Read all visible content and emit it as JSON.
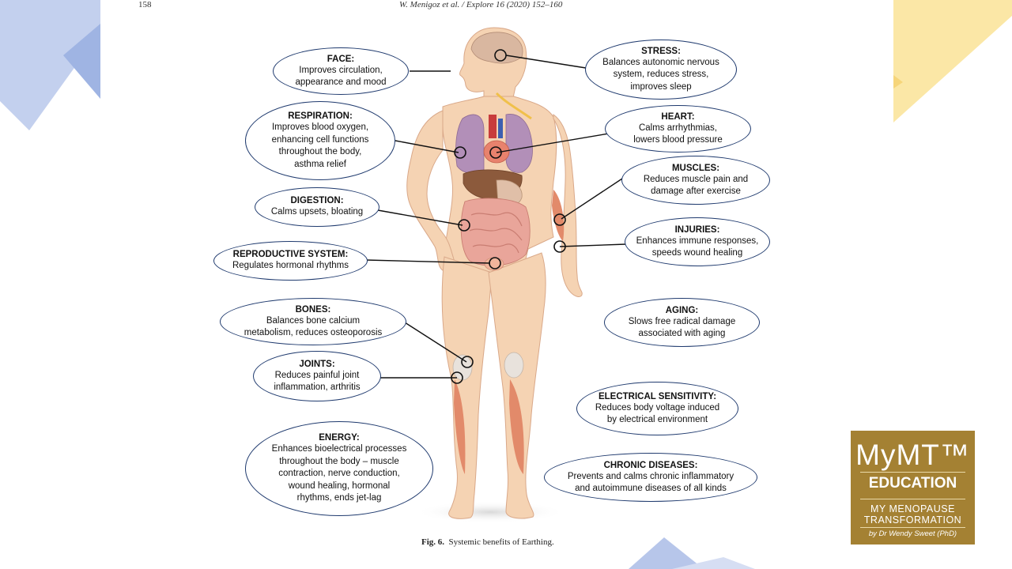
{
  "header": {
    "page_number": "158",
    "journal_ref": "W. Menigoz et al. / Explore 16 (2020) 152–160"
  },
  "caption": {
    "label": "Fig. 6.",
    "text": "Systemic benefits of Earthing."
  },
  "callouts": {
    "face": {
      "title": "FACE:",
      "lines": [
        "Improves circulation,",
        "appearance and mood"
      ]
    },
    "respiration": {
      "title": "RESPIRATION:",
      "lines": [
        "Improves blood oxygen,",
        "enhancing cell functions",
        "throughout the body,",
        "asthma relief"
      ]
    },
    "digestion": {
      "title": "DIGESTION:",
      "lines": [
        "Calms upsets, bloating"
      ]
    },
    "reproductive": {
      "title": "REPRODUCTIVE SYSTEM:",
      "lines": [
        "Regulates hormonal rhythms"
      ]
    },
    "bones": {
      "title": "BONES:",
      "lines": [
        "Balances bone calcium",
        "metabolism, reduces osteoporosis"
      ]
    },
    "joints": {
      "title": "JOINTS:",
      "lines": [
        "Reduces painful joint",
        "inflammation, arthritis"
      ]
    },
    "energy": {
      "title": "ENERGY:",
      "lines": [
        "Enhances bioelectrical processes",
        "throughout the body – muscle",
        "contraction, nerve conduction,",
        "wound healing, hormonal",
        "rhythms, ends jet-lag"
      ]
    },
    "stress": {
      "title": "STRESS:",
      "lines": [
        "Balances autonomic nervous",
        "system, reduces stress,",
        "improves sleep"
      ]
    },
    "heart": {
      "title": "HEART:",
      "lines": [
        "Calms arrhythmias,",
        "lowers blood pressure"
      ]
    },
    "muscles": {
      "title": "MUSCLES:",
      "lines": [
        "Reduces muscle pain and",
        "damage after exercise"
      ]
    },
    "injuries": {
      "title": "INJURIES:",
      "lines": [
        "Enhances immune responses,",
        "speeds wound healing"
      ]
    },
    "aging": {
      "title": "AGING:",
      "lines": [
        "Slows free radical damage",
        "associated with aging"
      ]
    },
    "electrical": {
      "title": "ELECTRICAL SENSITIVITY:",
      "lines": [
        "Reduces body voltage induced",
        "by electrical environment"
      ]
    },
    "chronic": {
      "title": "CHRONIC DISEASES:",
      "lines": [
        "Prevents and calms chronic inflammatory",
        "and autoimmune diseases of all kinds"
      ]
    }
  },
  "logo": {
    "line1": "MyMT™",
    "line2": "EDUCATION",
    "line3": "MY MENOPAUSE",
    "line4": "TRANSFORMATION",
    "line5": "by Dr Wendy Sweet (PhD)"
  },
  "colors": {
    "bubble_border": "#1f3a6e",
    "logo_bg": "#a48133",
    "deco_blue": "#aec0e8",
    "deco_yellow": "#fbe6a0",
    "skin": "#f5d3b3"
  }
}
